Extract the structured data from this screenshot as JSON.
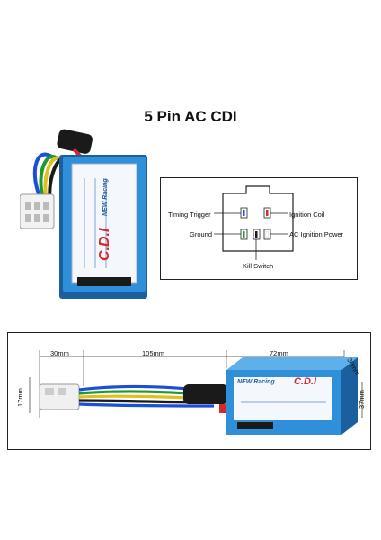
{
  "title": "5 Pin AC CDI",
  "unit_label": {
    "brand_new": "NEW Racing",
    "brand_cdi": "C.D.I"
  },
  "pinout": {
    "timing_trigger": "Timing Trigger",
    "ignition_coil": "Ignition Coil",
    "ground": "Ground",
    "ac_ignition_power": "AC Ignition Power",
    "kill_switch": "Kill Switch"
  },
  "dimensions": {
    "connector_length": "30mm",
    "cable_length": "105mm",
    "body_length": "72mm",
    "body_depth": "30mm",
    "connector_height": "17mm",
    "body_height": "37mm"
  },
  "colors": {
    "cdi_blue": "#2f8fd8",
    "cdi_blue_dark": "#1b5f9f",
    "wire_blue": "#1d4fd6",
    "wire_green": "#1f9a2e",
    "wire_yellow": "#e0c020",
    "wire_black": "#1a1a1a",
    "wire_red": "#d42a2a"
  }
}
